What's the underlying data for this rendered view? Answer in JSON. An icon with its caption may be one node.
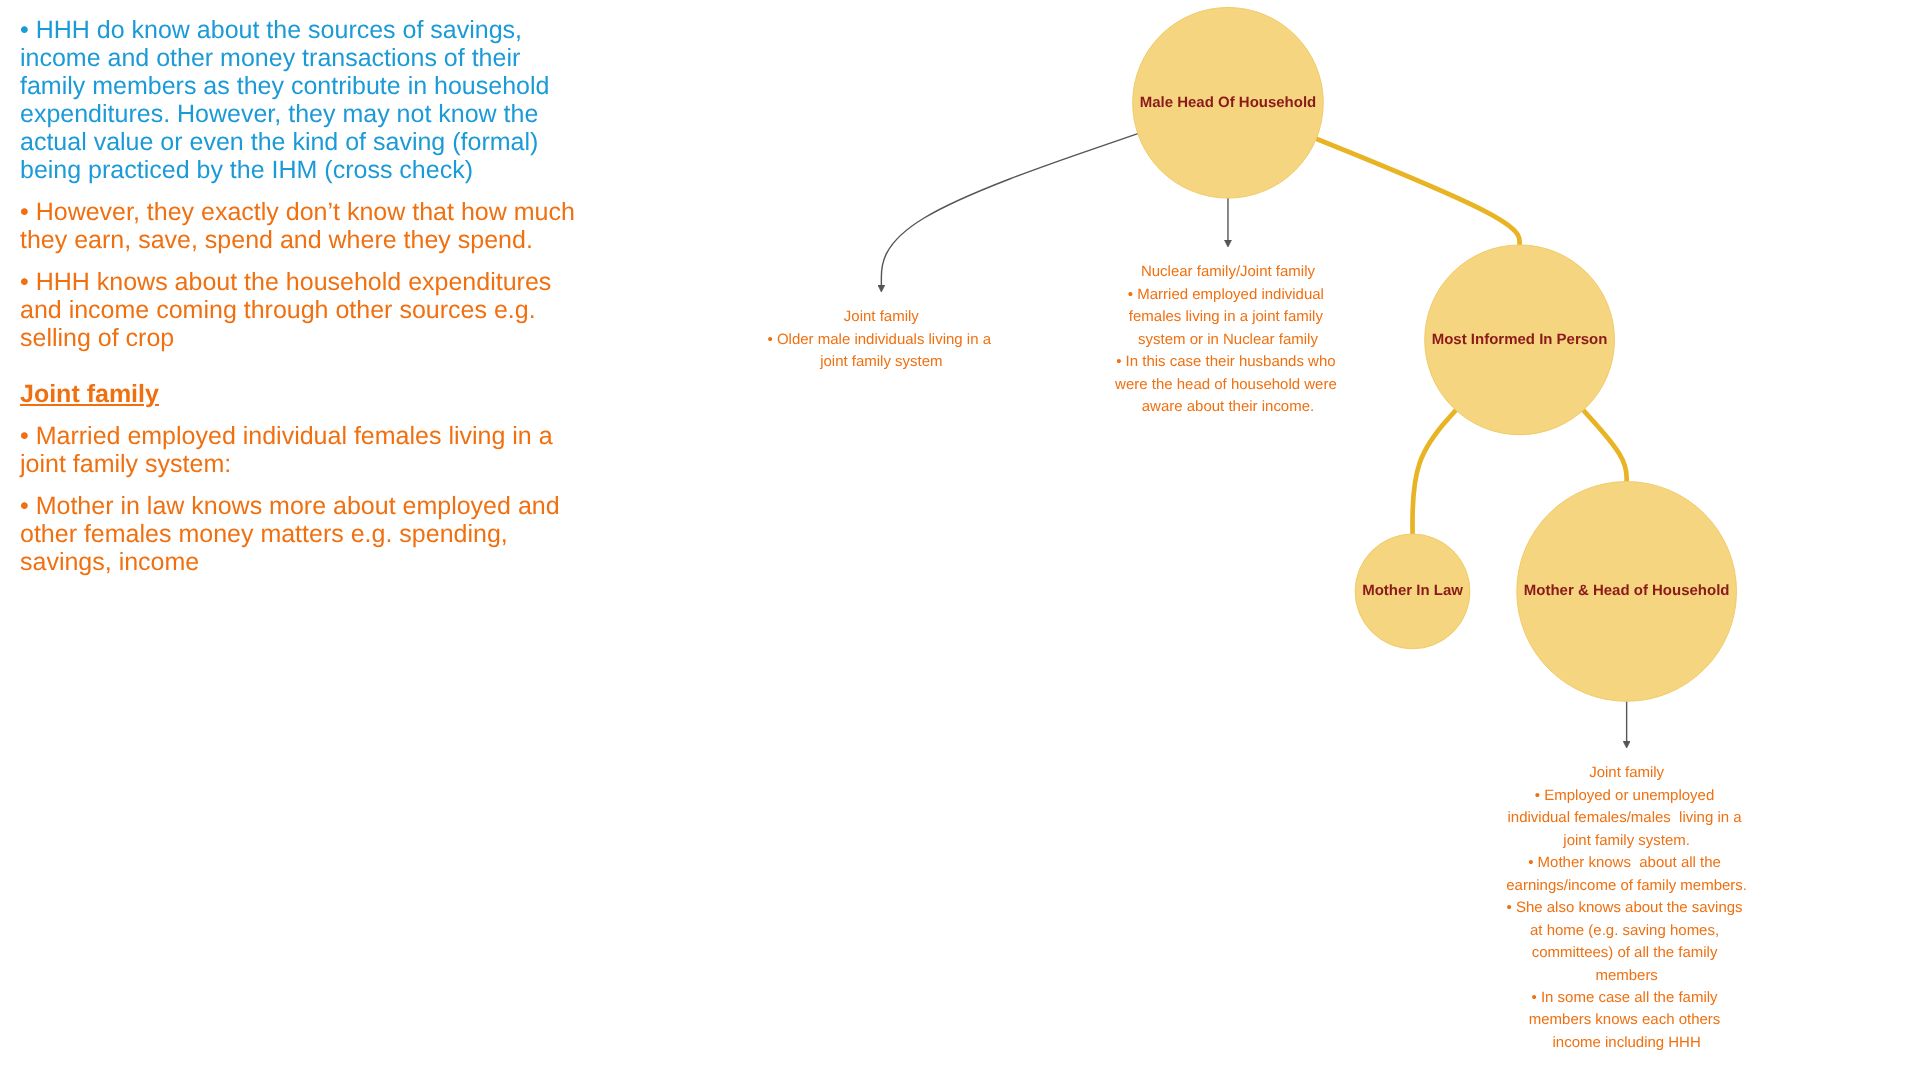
{
  "diagram": {
    "nodes": [
      {
        "text": [
          "Joint family",
          "• Older male individuals living in a joint family system"
        ]
      },
      {
        "text": [
          "Male Head Of Household"
        ]
      },
      {
        "text": [
          "Nuclear family/Joint family",
          "• Married employed individual females living in a joint family system or in Nuclear family",
          "• In this case their husbands who were the head of household were aware about their income."
        ]
      },
      {
        "text": [
          "Most Informed In Person"
        ]
      },
      {
        "text": [
          "Mother In Law"
        ]
      },
      {
        "text": [
          "Mother & Head of Household"
        ]
      },
      {
        "text": [
          "Joint family",
          "• Employed or unemployed individual females/males  living in a joint family system.",
          "• Mother knows  about all the earnings/income of family members.",
          "• She also knows about the savings at home (e.g. saving homes, committees) of all the family members",
          "• In some case all the family members knows each others income including HHH"
        ]
      }
    ],
    "edges": [
      {
        "from": 1,
        "to": 0,
        "arrow": "to"
      },
      {
        "from": 1,
        "to": 2,
        "arrow": "to"
      },
      {
        "from": 1,
        "to": 3,
        "arrow": "none",
        "style": "thick",
        "color": "#e8b424"
      },
      {
        "from": 3,
        "to": 4,
        "arrow": "none",
        "style": "thick",
        "color": "#e8b424"
      },
      {
        "from": 3,
        "to": 5,
        "arrow": "none",
        "style": "thick",
        "color": "#e8b424"
      },
      {
        "from": 5,
        "to": 6,
        "arrow": "to"
      }
    ],
    "labels": [
      "• HHH do know about the sources of savings, income and  other money transactions of their family members as they contribute in household expenditures. However, they may not know the actual value or even the kind of saving (formal) being practiced by the IHM (cross check)",
      "• However, they exactly don’t know that how much they earn, save, spend and where they spend.",
      "• HHH knows about the household expenditures and income coming through other sources e.g. selling of crop",
      "Joint family",
      "• Married employed individual females living in a joint family system:",
      "• Mother in law knows more about employed and other females money matters e.g. spending, savings, income"
    ]
  }
}
